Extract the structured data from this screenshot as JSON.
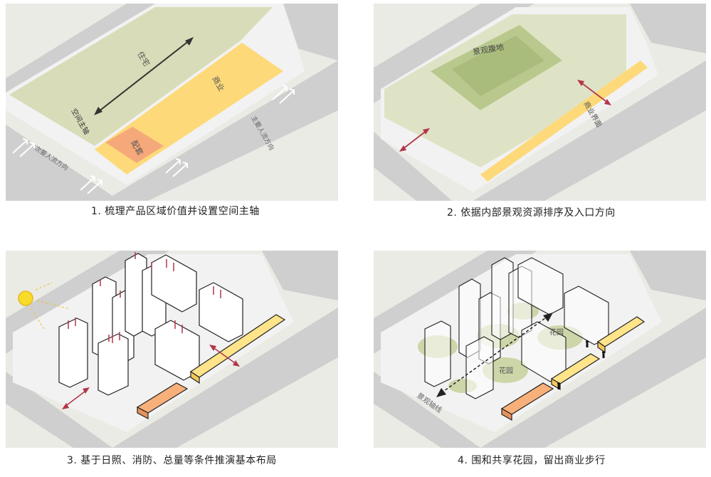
{
  "captions": {
    "p1": "1. 梳理产品区域价值并设置空间主轴",
    "p2": "2. 依据内部景观资源排序及入口方向",
    "p3": "3. 基于日照、消防、总量等条件推演基本布局",
    "p4": "4. 围和共享花园，留出商业步行"
  },
  "labels": {
    "p1": {
      "residential": "住宅",
      "commercial": "商业",
      "supporting": "配套",
      "space_axis": "空间主轴",
      "main_pedestrian": "主要人流方向",
      "secondary_pedestrian": "次要人流方向"
    },
    "p2": {
      "landscape_green": "景观腹地",
      "commercial_interface": "商业界面"
    },
    "p4": {
      "garden_1": "花园",
      "garden_2": "花园",
      "landscape_axis": "景观轴线"
    }
  },
  "colors": {
    "road": "#c8c8c8",
    "road_edge": "#dcdcdc",
    "site": "#ececec",
    "verge": "#e3e8d4",
    "residential": "#d6dcb6",
    "commercial": "#fdd97a",
    "supporting": "#f5a97a",
    "green_core": "#b9c98e",
    "arrow_red": "#b3364a",
    "orange_block": "#f8b07a",
    "yellow_block": "#ffe48a",
    "garden": "#c8d3a0",
    "sun": "#f7dc2a"
  }
}
